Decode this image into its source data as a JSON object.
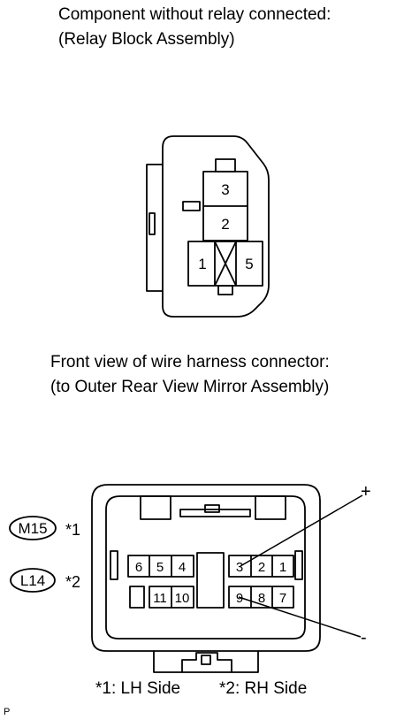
{
  "relay_component": {
    "title_line1": "Component without relay connected:",
    "title_line2": "(Relay Block Assembly)",
    "pins": [
      "3",
      "2",
      "1",
      "5"
    ]
  },
  "harness_connector": {
    "title_line1": "Front view of wire harness connector:",
    "title_line2": "(to Outer Rear View Mirror Assembly)",
    "top_row_pins": [
      "6",
      "5",
      "4",
      "3",
      "2",
      "1"
    ],
    "bottom_row_pins": [
      "11",
      "10",
      "9",
      "8",
      "7"
    ],
    "plus_label": "+",
    "minus_label": "-",
    "connector_codes": [
      {
        "code": "M15",
        "ref": "*1"
      },
      {
        "code": "L14",
        "ref": "*2"
      }
    ],
    "footnote_lh": "*1: LH Side",
    "footnote_rh": "*2: RH Side"
  },
  "corner_label": "P"
}
